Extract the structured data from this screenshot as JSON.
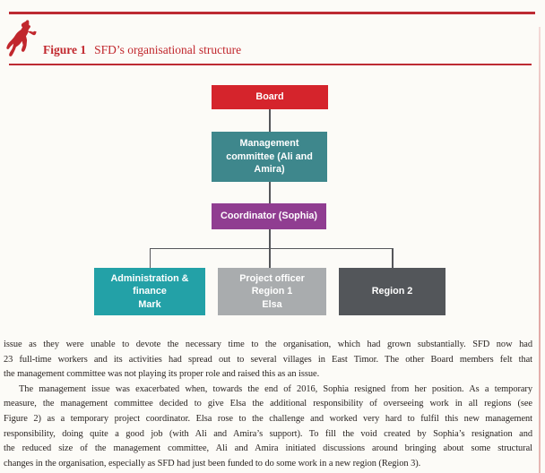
{
  "page": {
    "background_color": "#fcfbf7",
    "accent_red": "#bd2b33",
    "edge_artifact_color": "#d98f8c"
  },
  "figure_header": {
    "logo": "rearing-horse-logo",
    "logo_color": "#c1272d",
    "label": "Figure 1",
    "title": "SFD’s organisational structure"
  },
  "orgchart": {
    "type": "org-chart",
    "connector_color": "#55565a",
    "nodes": {
      "board": {
        "label": "Board",
        "color": "#d5242c"
      },
      "management_committee": {
        "lines": [
          "Management",
          "committee (Ali and",
          "Amira)"
        ],
        "full_label": "Management committee (Ali and Amira)",
        "color": "#3e878c"
      },
      "coordinator": {
        "label": "Coordinator (Sophia)",
        "color": "#903d91"
      },
      "admin_finance": {
        "lines": [
          "Administration &",
          "finance",
          "Mark"
        ],
        "full_label": "Administration & finance — Mark",
        "color": "#23a1a7"
      },
      "project_officer_region1": {
        "lines": [
          "Project officer",
          "Region 1",
          "Elsa"
        ],
        "full_label": "Project officer Region 1 — Elsa",
        "color": "#a9acae"
      },
      "region2": {
        "label": "Region 2",
        "color": "#53565a"
      }
    },
    "hierarchy": [
      "Board > Management committee (Ali and Amira)",
      "Management committee (Ali and Amira) > Coordinator (Sophia)",
      "Coordinator (Sophia) > Administration & finance (Mark)",
      "Coordinator (Sophia) > Project officer Region 1 (Elsa)",
      "Coordinator (Sophia) > Region 2"
    ]
  },
  "body": {
    "paragraphs": [
      {
        "indent": false,
        "lines": [
          "issue as they were unable to devote the necessary time to the organisation, which had grown substantially. SFD now had",
          "23 full-time workers and its activities had spread out to several villages in East Timor. The other Board members felt that",
          "the management committee was not playing its proper role and raised this as an issue."
        ]
      },
      {
        "indent": true,
        "lines": [
          "The management issue was exacerbated when, towards the end of 2016, Sophia resigned from her position. As a temporary",
          "measure, the management committee decided to give Elsa the additional responsibility of overseeing work in all regions (see",
          "Figure 2) as a temporary project coordinator. Elsa rose to the challenge and worked very hard to fulfil this new management",
          "responsibility, doing quite a good job (with Ali and Amira’s support). To fill the void created by Sophia’s resignation and",
          "the reduced size of the management committee, Ali and Amira initiated discussions around bringing about some structural",
          "changes in the organisation, especially as SFD had just been funded to do some work in a new region (Region 3)."
        ]
      }
    ]
  }
}
